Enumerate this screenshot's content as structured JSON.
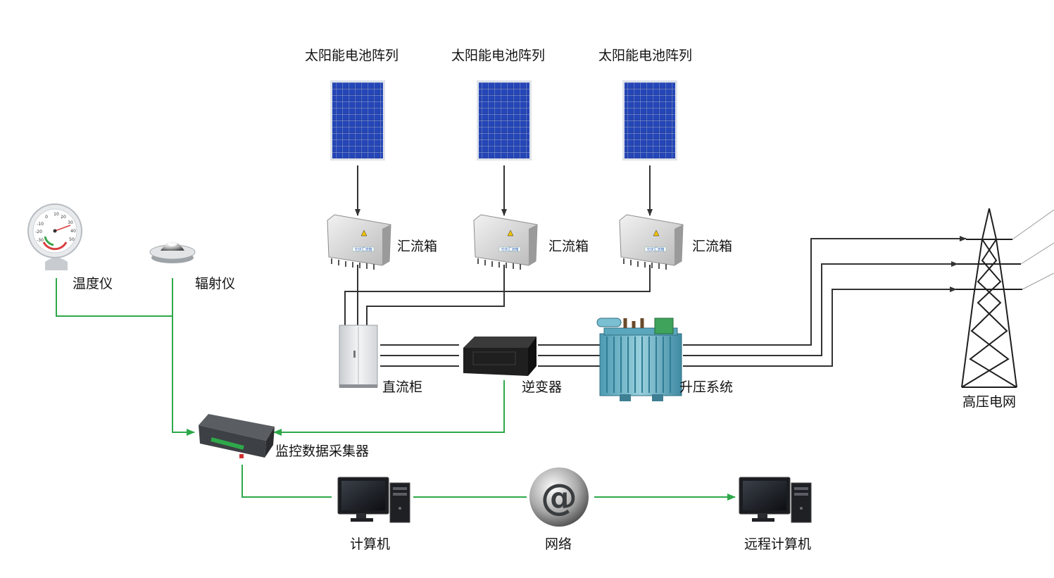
{
  "solar_arrays": [
    {
      "label": "太阳能电池阵列"
    },
    {
      "label": "太阳能电池阵列"
    },
    {
      "label": "太阳能电池阵列"
    }
  ],
  "combiner_boxes": [
    {
      "label": "汇流箱",
      "plate_text": "光伏汇流箱"
    },
    {
      "label": "汇流箱",
      "plate_text": "光伏汇流箱"
    },
    {
      "label": "汇流箱",
      "plate_text": "光伏汇流箱"
    }
  ],
  "sensors": {
    "thermometer": {
      "label": "温度仪",
      "dial_numbers": [
        "10",
        "20",
        "30",
        "40",
        "50",
        "0",
        "-10",
        "-20",
        "-30"
      ]
    },
    "radiometer": {
      "label": "辐射仪"
    }
  },
  "dc_cabinet": {
    "label": "直流柜"
  },
  "inverter": {
    "label": "逆变器"
  },
  "transformer": {
    "label": "升压系统"
  },
  "grid": {
    "label": "高压电网"
  },
  "collector": {
    "label": "监控数据采集器"
  },
  "computer": {
    "label": "计算机"
  },
  "network": {
    "label": "网络",
    "symbol": "@"
  },
  "remote_computer": {
    "label": "远程计算机"
  },
  "colors": {
    "power_line": "#333333",
    "monitor_line": "#2ea84a",
    "panel_blue": "#1c3a9c"
  }
}
